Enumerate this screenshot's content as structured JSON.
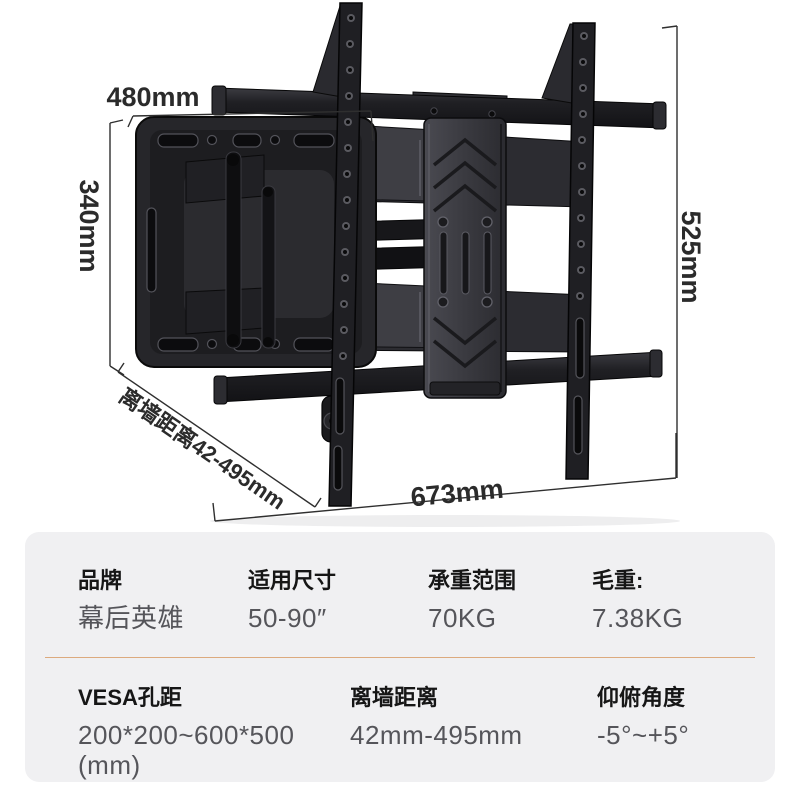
{
  "diagram": {
    "labels": {
      "top_width": "480mm",
      "plate_height": "340mm",
      "rail_height": "525mm",
      "bottom_width": "673mm",
      "wall_distance": "离墙距离42-495mm"
    },
    "colors": {
      "bracket_dark": "#1f1f23",
      "bracket_mid": "#3e3e44",
      "dimension_line": "#2f2f2f"
    }
  },
  "spec_card": {
    "bg_color": "#f0f0f2",
    "divider_color": "#dcaa7e",
    "rows": [
      {
        "cells": [
          {
            "label": "品牌",
            "value": "幕后英雄"
          },
          {
            "label": "适用尺寸",
            "value": "50-90″"
          },
          {
            "label": "承重范围",
            "value": "70KG"
          },
          {
            "label": "毛重:",
            "value": "7.38KG"
          }
        ]
      },
      {
        "cells": [
          {
            "label": "VESA孔距",
            "value": "200*200~600*500",
            "value2": "(mm)"
          },
          {
            "label": "离墙距离",
            "value": "42mm-495mm"
          },
          {
            "label": "仰俯角度",
            "value": "-5°~+5°"
          }
        ]
      }
    ]
  }
}
